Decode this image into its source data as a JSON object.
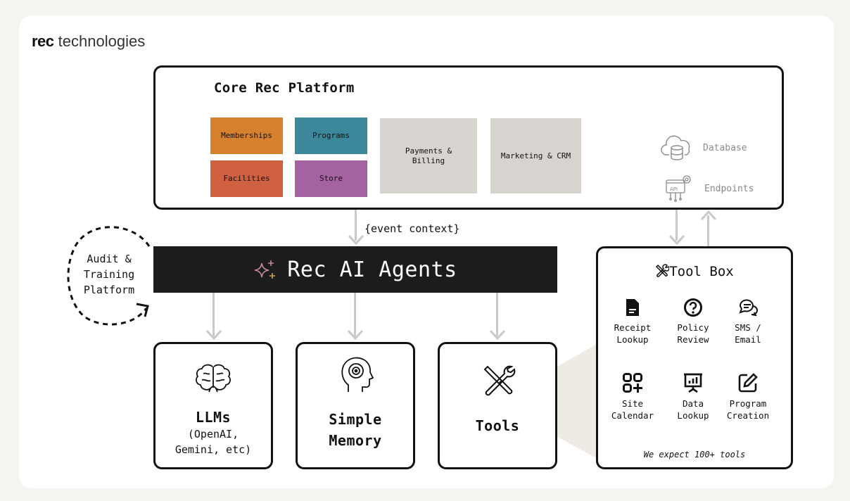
{
  "brand": {
    "bold": "rec",
    "rest": "technologies"
  },
  "core": {
    "title": "Core Rec Platform",
    "modules": [
      {
        "label": "Memberships",
        "color": "#d6812e"
      },
      {
        "label": "Programs",
        "color": "#3a8899"
      },
      {
        "label": "Facilities",
        "color": "#cf6042"
      },
      {
        "label": "Store",
        "color": "#a462a0"
      },
      {
        "label": "Payments &\nBilling",
        "color": "#d7d3cf"
      },
      {
        "label": "Marketing & CRM",
        "color": "#d7d3cf"
      }
    ],
    "database_label": "Database",
    "endpoints_label": "Endpoints",
    "api_icon_text": "API"
  },
  "event_context": "{event context}",
  "agents": {
    "label": "Rec AI Agents"
  },
  "audit": {
    "line1": "Audit &",
    "line2": "Training",
    "line3": "Platform"
  },
  "llms": {
    "title": "LLMs",
    "sub1": "(OpenAI,",
    "sub2": "Gemini, etc)"
  },
  "memory": {
    "line1": "Simple",
    "line2": "Memory"
  },
  "tools": {
    "title": "Tools"
  },
  "toolbox": {
    "title": "Tool Box",
    "items": [
      {
        "line1": "Receipt",
        "line2": "Lookup",
        "icon": "receipt-icon"
      },
      {
        "line1": "Policy",
        "line2": "Review",
        "icon": "question-icon"
      },
      {
        "line1": "SMS /",
        "line2": "Email",
        "icon": "chat-icon"
      },
      {
        "line1": "Site",
        "line2": "Calendar",
        "icon": "grid-plus-icon"
      },
      {
        "line1": "Data",
        "line2": "Lookup",
        "icon": "presentation-chart-icon"
      },
      {
        "line1": "Program",
        "line2": "Creation",
        "icon": "edit-icon"
      }
    ],
    "footer": "We expect 100+ tools"
  }
}
